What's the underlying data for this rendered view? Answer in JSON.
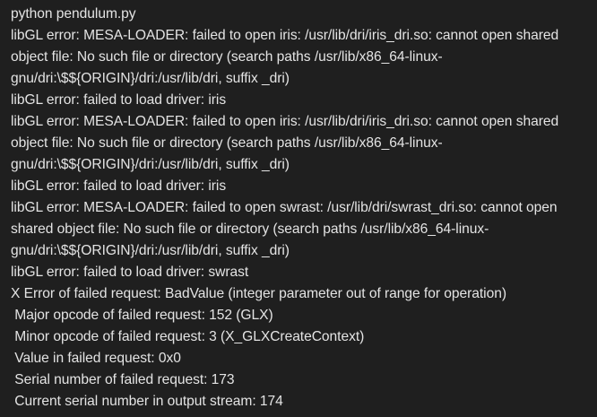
{
  "terminal": {
    "lines": [
      "python pendulum.py",
      "libGL error: MESA-LOADER: failed to open iris: /usr/lib/dri/iris_dri.so: cannot open shared object file: No such file or directory (search paths /usr/lib/x86_64-linux-gnu/dri:\\$${ORIGIN}/dri:/usr/lib/dri, suffix _dri)",
      "libGL error: failed to load driver: iris",
      "libGL error: MESA-LOADER: failed to open iris: /usr/lib/dri/iris_dri.so: cannot open shared object file: No such file or directory (search paths /usr/lib/x86_64-linux-gnu/dri:\\$${ORIGIN}/dri:/usr/lib/dri, suffix _dri)",
      "libGL error: failed to load driver: iris",
      "libGL error: MESA-LOADER: failed to open swrast: /usr/lib/dri/swrast_dri.so: cannot open shared object file: No such file or directory (search paths /usr/lib/x86_64-linux-gnu/dri:\\$${ORIGIN}/dri:/usr/lib/dri, suffix _dri)",
      "libGL error: failed to load driver: swrast",
      "X Error of failed request: BadValue (integer parameter out of range for operation)",
      " Major opcode of failed request: 152 (GLX)",
      " Minor opcode of failed request: 3 (X_GLXCreateContext)",
      " Value in failed request: 0x0",
      " Serial number of failed request: 173",
      " Current serial number in output stream: 174"
    ]
  }
}
